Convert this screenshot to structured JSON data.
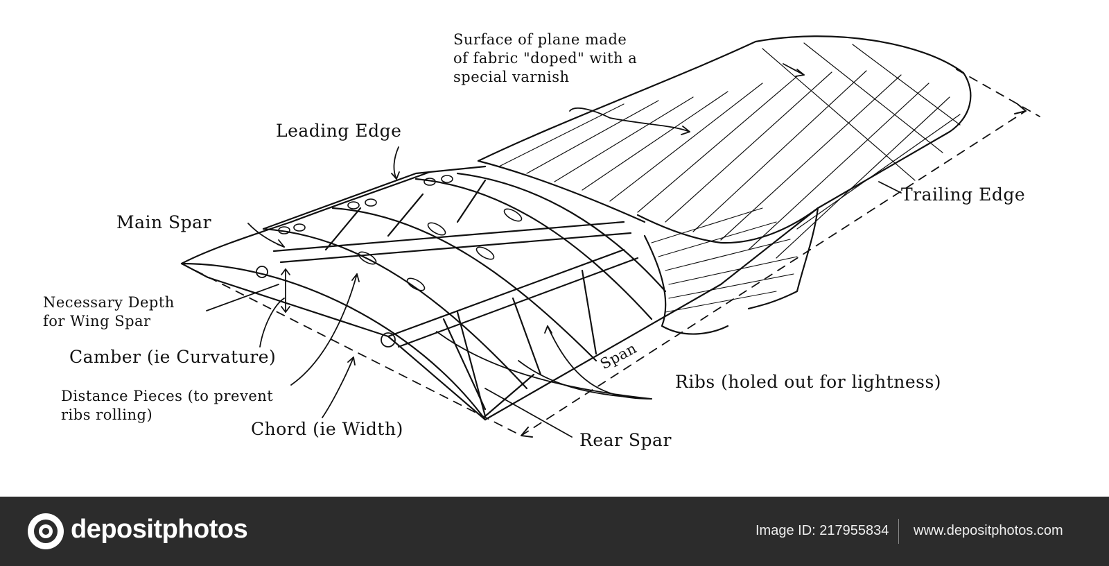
{
  "labels": {
    "surface": "Surface of plane made\nof fabric \"doped\" with a\nspecial varnish",
    "leading_edge": "Leading Edge",
    "trailing_edge": "Trailing Edge",
    "main_spar": "Main Spar",
    "necessary_depth": "Necessary Depth\nfor Wing Spar",
    "camber": "Camber (ie Curvature)",
    "distance_pieces": "Distance Pieces (to prevent\nribs rolling)",
    "chord": "Chord (ie Width)",
    "span": "Span",
    "ribs": "Ribs (holed out for lightness)",
    "rear_spar": "Rear Spar"
  },
  "footer": {
    "brand": "depositphotos",
    "image_id": "Image ID: 217955834",
    "site": "www.depositphotos.com",
    "background_color": "#2c2c2c"
  },
  "icons": {
    "logo": "camera-lens-icon"
  }
}
